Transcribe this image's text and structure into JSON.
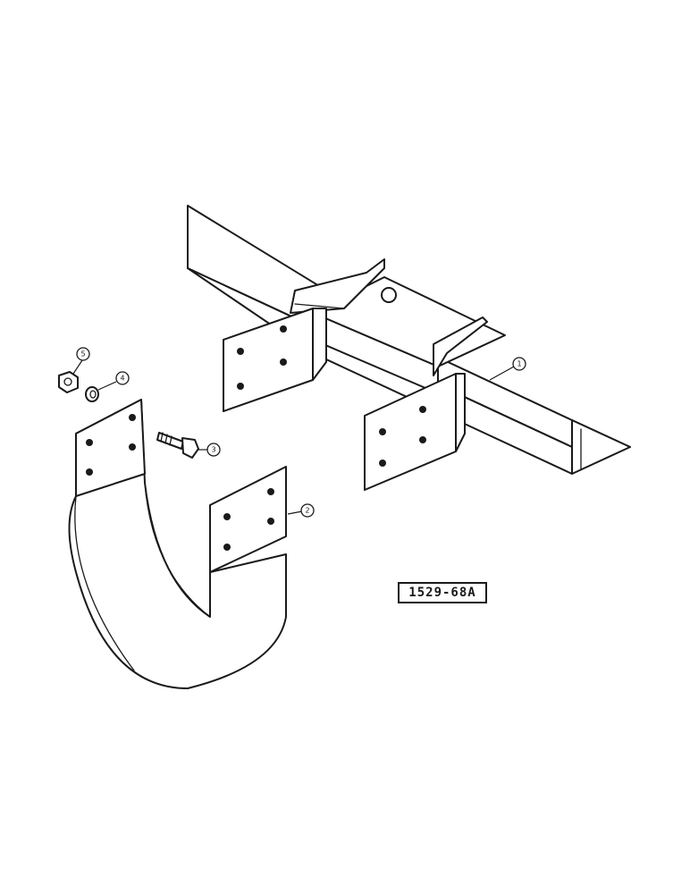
{
  "figure": {
    "label": "1529-68A"
  },
  "callouts": [
    {
      "id": "c1",
      "number": "1"
    },
    {
      "id": "c2",
      "number": "2"
    },
    {
      "id": "c3",
      "number": "3"
    },
    {
      "id": "c4",
      "number": "4"
    },
    {
      "id": "c5",
      "number": "5"
    }
  ],
  "colors": {
    "line": "#1a1a1a",
    "paper": "#ffffff"
  }
}
